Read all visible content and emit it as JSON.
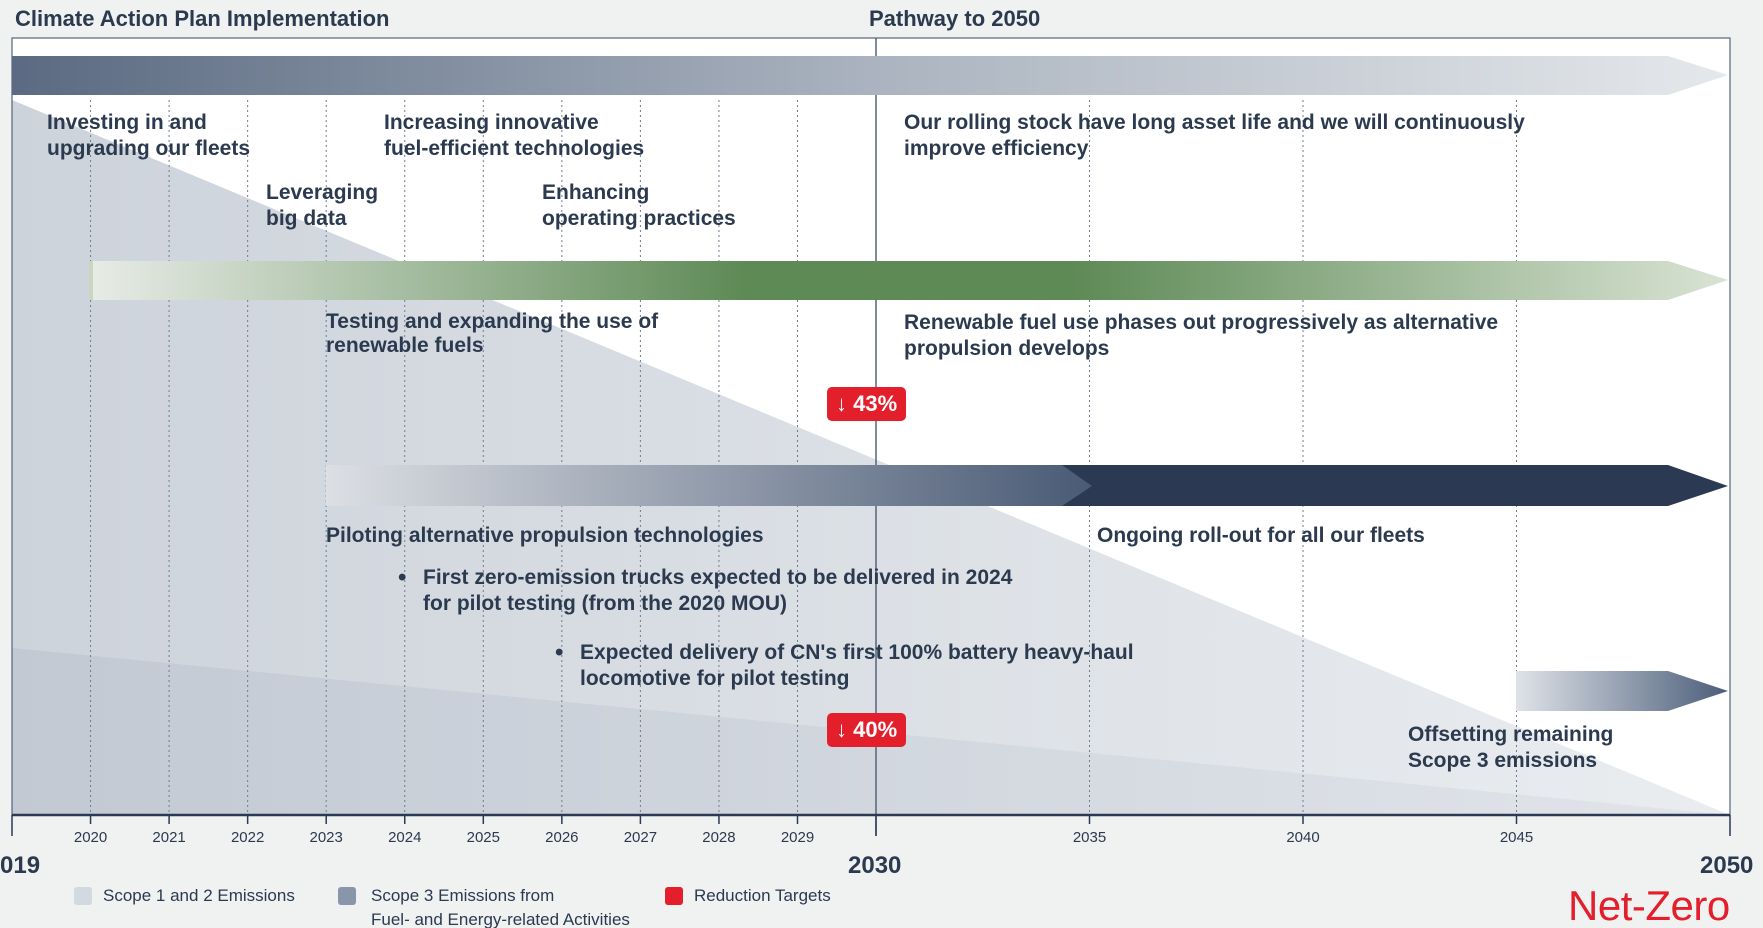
{
  "headers": {
    "left": "Climate Action Plan Implementation",
    "right": "Pathway to 2050"
  },
  "timeline": {
    "start_label": "019",
    "mid_label": "2030",
    "end_label": "2050",
    "year_ticks": [
      "2020",
      "2021",
      "2022",
      "2023",
      "2024",
      "2025",
      "2026",
      "2027",
      "2028",
      "2029",
      "2035",
      "2040",
      "2045"
    ]
  },
  "labels": {
    "invest": "Investing in and\nupgrading our fleets",
    "innovative": "Increasing innovative\nfuel-efficient technologies",
    "bigdata": "Leveraging\nbig data",
    "operating": "Enhancing\noperating practices",
    "rolling": "Our rolling stock have long asset life and we will continuously\nimprove efficiency",
    "renewable_test": "Testing and expanding the use of\nrenewable fuels",
    "renewable_phase": "Renewable fuel use phases out progressively as alternative\npropulsion develops",
    "piloting": "Piloting alternative propulsion technologies",
    "rollout": "Ongoing roll-out for all our fleets",
    "bullet1": "First zero-emission trucks expected to be delivered in 2024\nfor pilot testing (from the 2020 MOU)",
    "bullet2": "Expected delivery of CN's first 100% battery heavy-haul\nlocomotive for pilot testing",
    "offset": "Offsetting remaining\nScope 3 emissions"
  },
  "targets": {
    "scope12": "↓ 43%",
    "scope3": "↓ 40%"
  },
  "legend": {
    "scope12": "Scope 1 and 2 Emissions",
    "scope3": "Scope 3 Emissions from\nFuel- and Energy-related Activities",
    "reduction": "Reduction Targets"
  },
  "brand": "Net-Zero",
  "colors": {
    "dark_navy": "#2b3a52",
    "green": "#5e8a56",
    "red": "#e31f2b",
    "scope12": "#d3d9e0",
    "scope3": "#8996aa"
  }
}
